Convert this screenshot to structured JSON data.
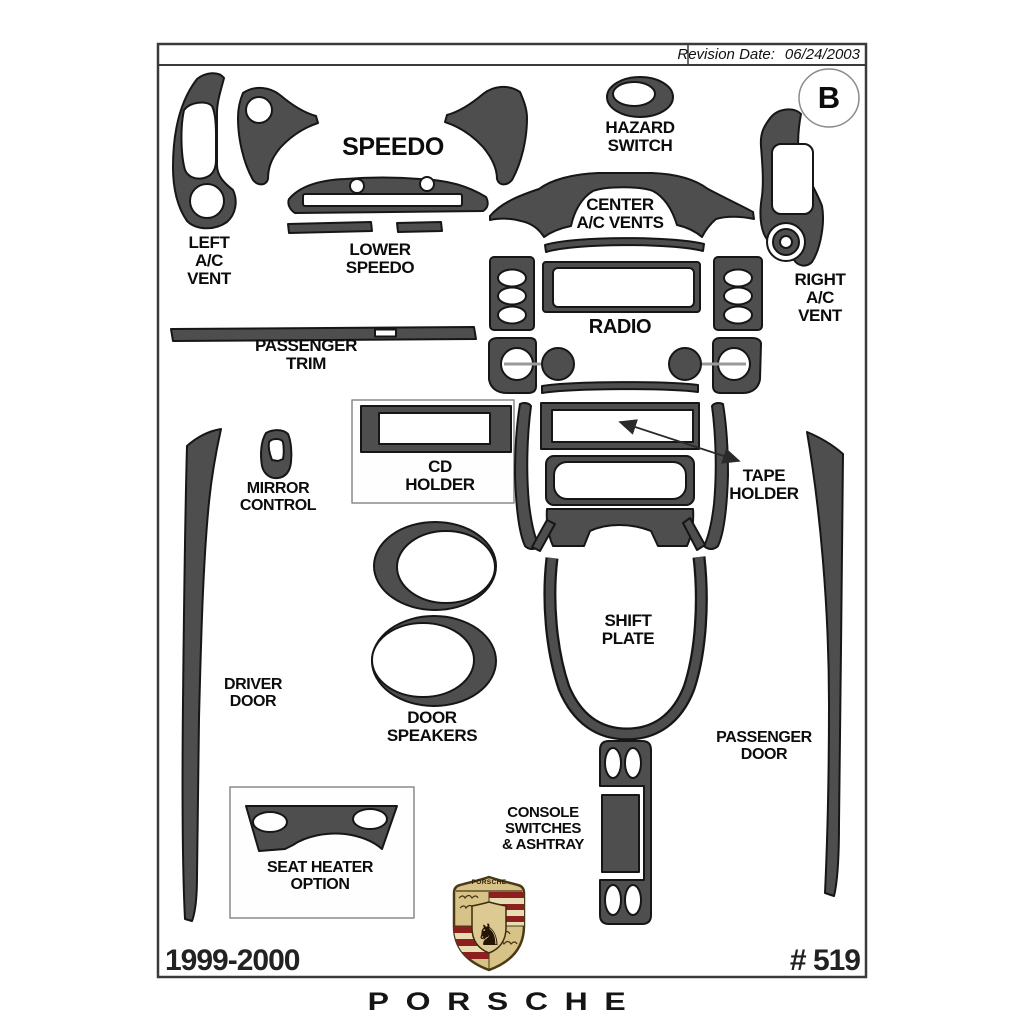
{
  "header": {
    "revision_label": "Revision Date:",
    "revision_date": "06/24/2003",
    "sheet_badge": "B"
  },
  "labels": {
    "speedo": "SPEEDO",
    "left_ac_vent": "LEFT\nA/C\nVENT",
    "lower_speedo": "LOWER\nSPEEDO",
    "hazard_switch": "HAZARD\nSWITCH",
    "center_ac_vents": "CENTER\nA/C VENTS",
    "right_ac_vent": "RIGHT\nA/C\nVENT",
    "radio": "RADIO",
    "passenger_trim": "PASSENGER\nTRIM",
    "cd_holder": "CD\nHOLDER",
    "tape_holder": "TAPE\nHOLDER",
    "mirror_control": "MIRROR\nCONTROL",
    "shift_plate": "SHIFT\nPLATE",
    "driver_door": "DRIVER\nDOOR",
    "door_speakers": "DOOR\nSPEAKERS",
    "passenger_door": "PASSENGER\nDOOR",
    "console_switches": "CONSOLE\nSWITCHES\n& ASHTRAY",
    "seat_heater": "SEAT HEATER\nOPTION"
  },
  "footer": {
    "years": "1999-2000",
    "part_number": "# 519",
    "brand_wordmark": "PORSCHE"
  },
  "crest": {
    "text": "PORSCHE",
    "horse_icon": "♞"
  },
  "colors": {
    "part_fill": "#4e4e4e",
    "outline": "#161616",
    "frame": "#3a3a3a",
    "crest_gold": "#d7c287",
    "crest_red": "#8e1f1f"
  }
}
